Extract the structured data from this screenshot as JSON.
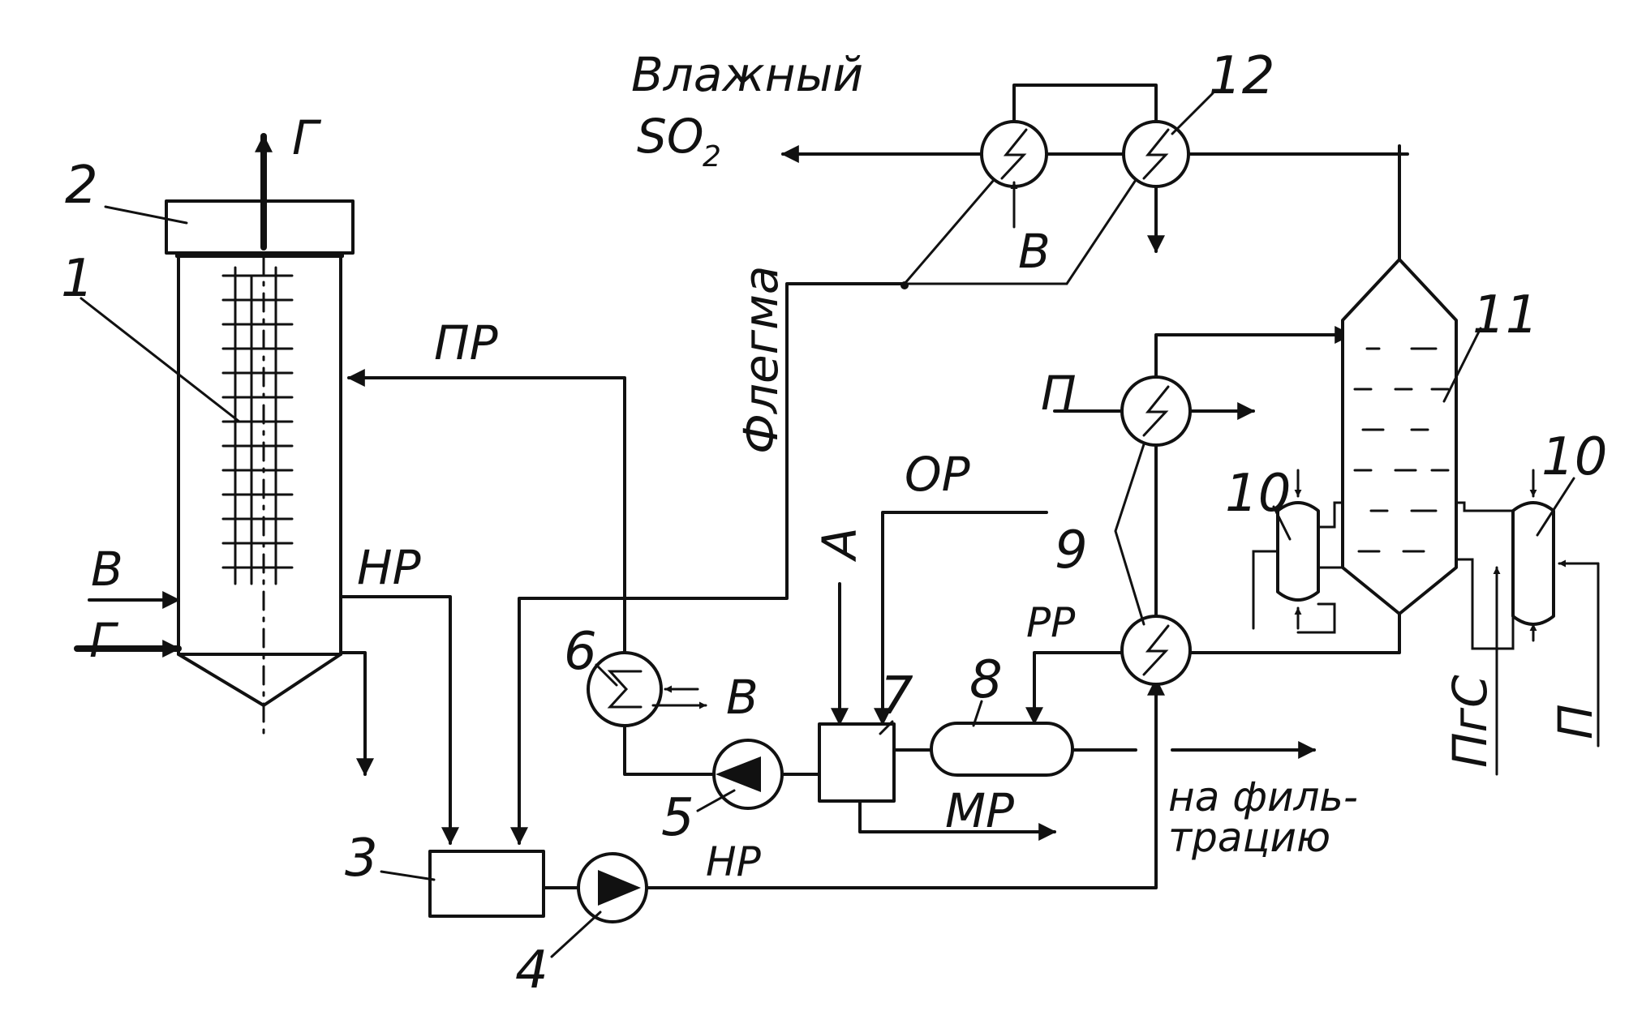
{
  "labels": {
    "vlazhny": "Влажный",
    "so2_s": "SO",
    "so2_sub": "2",
    "flegma": "Флегма",
    "pr": "ПР",
    "nr_left": "НР",
    "nr_bottom": "НР",
    "or": "ОР",
    "rr": "РР",
    "mr": "МР",
    "a": "А",
    "g_top": "Г",
    "g_in": "Г",
    "v_in": "В",
    "v_cond": "В",
    "v_cooler": "В",
    "p_left": "П",
    "p_right": "П",
    "pgs": "ПгС",
    "filtr_1": "на филь-",
    "filtr_2": "трацию"
  },
  "numbers": {
    "n1": "1",
    "n2": "2",
    "n3": "3",
    "n4": "4",
    "n5": "5",
    "n6": "6",
    "n7": "7",
    "n8": "8",
    "n9": "9",
    "n10a": "10",
    "n10b": "10",
    "n11": "11",
    "n12": "12"
  }
}
